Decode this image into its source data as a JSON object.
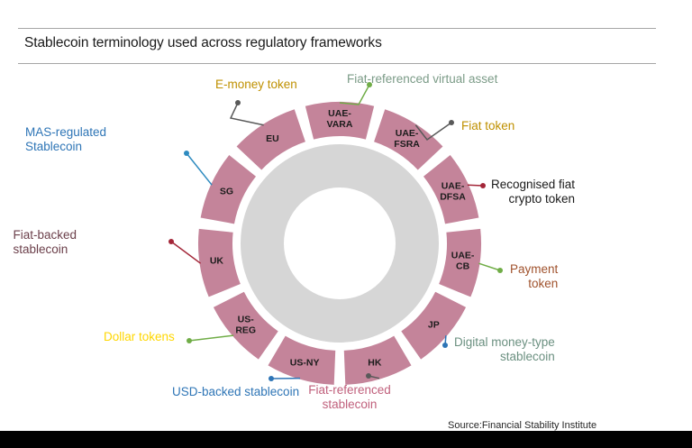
{
  "page": {
    "title": "Stablecoin terminology used across regulatory frameworks",
    "source": "Source:Financial Stability Institute"
  },
  "donut": {
    "segment_color": "#c4849a",
    "inner_disc_color": "#d6d6d6",
    "background_color": "#ffffff",
    "segments": [
      {
        "label": "UAE-\nVARA",
        "line1": "UAE-",
        "line2": "VARA"
      },
      {
        "label": "UAE-\nFSRA",
        "line1": "UAE-",
        "line2": "FSRA"
      },
      {
        "label": "UAE-\nDFSA",
        "line1": "UAE-",
        "line2": "DFSA"
      },
      {
        "label": "UAE-\nCB",
        "line1": "UAE-",
        "line2": "CB"
      },
      {
        "label": "JP",
        "line1": "JP",
        "line2": ""
      },
      {
        "label": "HK",
        "line1": "HK",
        "line2": ""
      },
      {
        "label": "US-NY",
        "line1": "US-NY",
        "line2": ""
      },
      {
        "label": "US-\nREG",
        "line1": "US-",
        "line2": "REG"
      },
      {
        "label": "UK",
        "line1": "UK",
        "line2": ""
      },
      {
        "label": "SG",
        "line1": "SG",
        "line2": ""
      },
      {
        "label": "EU",
        "line1": "EU",
        "line2": ""
      }
    ]
  },
  "callouts": [
    {
      "id": "e-money-token",
      "text": "E-money token",
      "color": "#bf9000",
      "connector_color": "#595959",
      "segment": "EU"
    },
    {
      "id": "fiat-referenced-virtual-asset",
      "text": "Fiat-referenced virtual asset",
      "color": "#7b9b87",
      "connector_color": "#70ad47",
      "segment": "UAE-VARA"
    },
    {
      "id": "fiat-token",
      "text": "Fiat token",
      "color": "#bf9000",
      "connector_color": "#595959",
      "segment": "UAE-FSRA"
    },
    {
      "id": "recognised-fiat-crypto-token",
      "text": "Recognised fiat\ncrypto token",
      "color": "#1a1a1a",
      "connector_color": "#a32638",
      "segment": "UAE-DFSA"
    },
    {
      "id": "payment-token",
      "text": "Payment\ntoken",
      "color": "#a0522d",
      "connector_color": "#70ad47",
      "segment": "UAE-CB"
    },
    {
      "id": "digital-money-type-stablecoin",
      "text": "Digital money-type\nstablecoin",
      "color": "#6b9080",
      "connector_color": "#2e75b6",
      "segment": "JP"
    },
    {
      "id": "fiat-referenced-stablecoin",
      "text": "Fiat-referenced\nstablecoin",
      "color": "#c0607c",
      "connector_color": "#595959",
      "segment": "HK"
    },
    {
      "id": "usd-backed-stablecoin",
      "text": "USD-backed stablecoin",
      "color": "#2e75b6",
      "connector_color": "#2e75b6",
      "segment": "US-NY"
    },
    {
      "id": "dollar-tokens",
      "text": "Dollar tokens",
      "color": "#ffd700",
      "connector_color": "#70ad47",
      "segment": "US-REG"
    },
    {
      "id": "fiat-backed-stablecoin",
      "text": "Fiat-backed\nstablecoin",
      "color": "#6b3f4a",
      "connector_color": "#a32638",
      "segment": "UK"
    },
    {
      "id": "mas-regulated-stablecoin",
      "text": "MAS-regulated\nStablecoin",
      "color": "#2e75b6",
      "connector_color": "#2e8bc0",
      "segment": "SG"
    }
  ]
}
